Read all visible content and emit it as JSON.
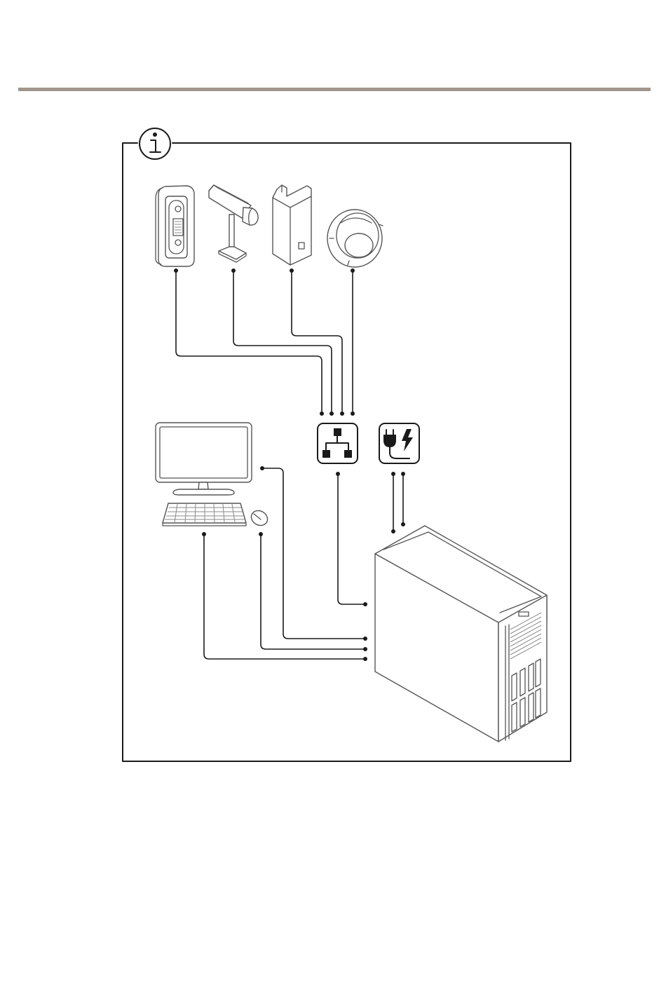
{
  "colors": {
    "rule": "#a0968c",
    "ink": "#1a1a1a",
    "device_stroke": "#555555",
    "background": "#ffffff"
  },
  "icons": {
    "info": "info-icon",
    "network_switch": "network-switch-icon",
    "power": "power-plug-icon"
  },
  "devices": [
    {
      "id": "intercom",
      "icon": "door-intercom-icon"
    },
    {
      "id": "box-camera",
      "icon": "box-camera-icon"
    },
    {
      "id": "wall-unit",
      "icon": "wall-mount-unit-icon"
    },
    {
      "id": "dome-camera",
      "icon": "dome-camera-icon"
    },
    {
      "id": "monitor",
      "icon": "monitor-icon"
    },
    {
      "id": "keyboard",
      "icon": "keyboard-icon"
    },
    {
      "id": "mouse",
      "icon": "mouse-icon"
    },
    {
      "id": "server",
      "icon": "tower-server-icon"
    }
  ]
}
